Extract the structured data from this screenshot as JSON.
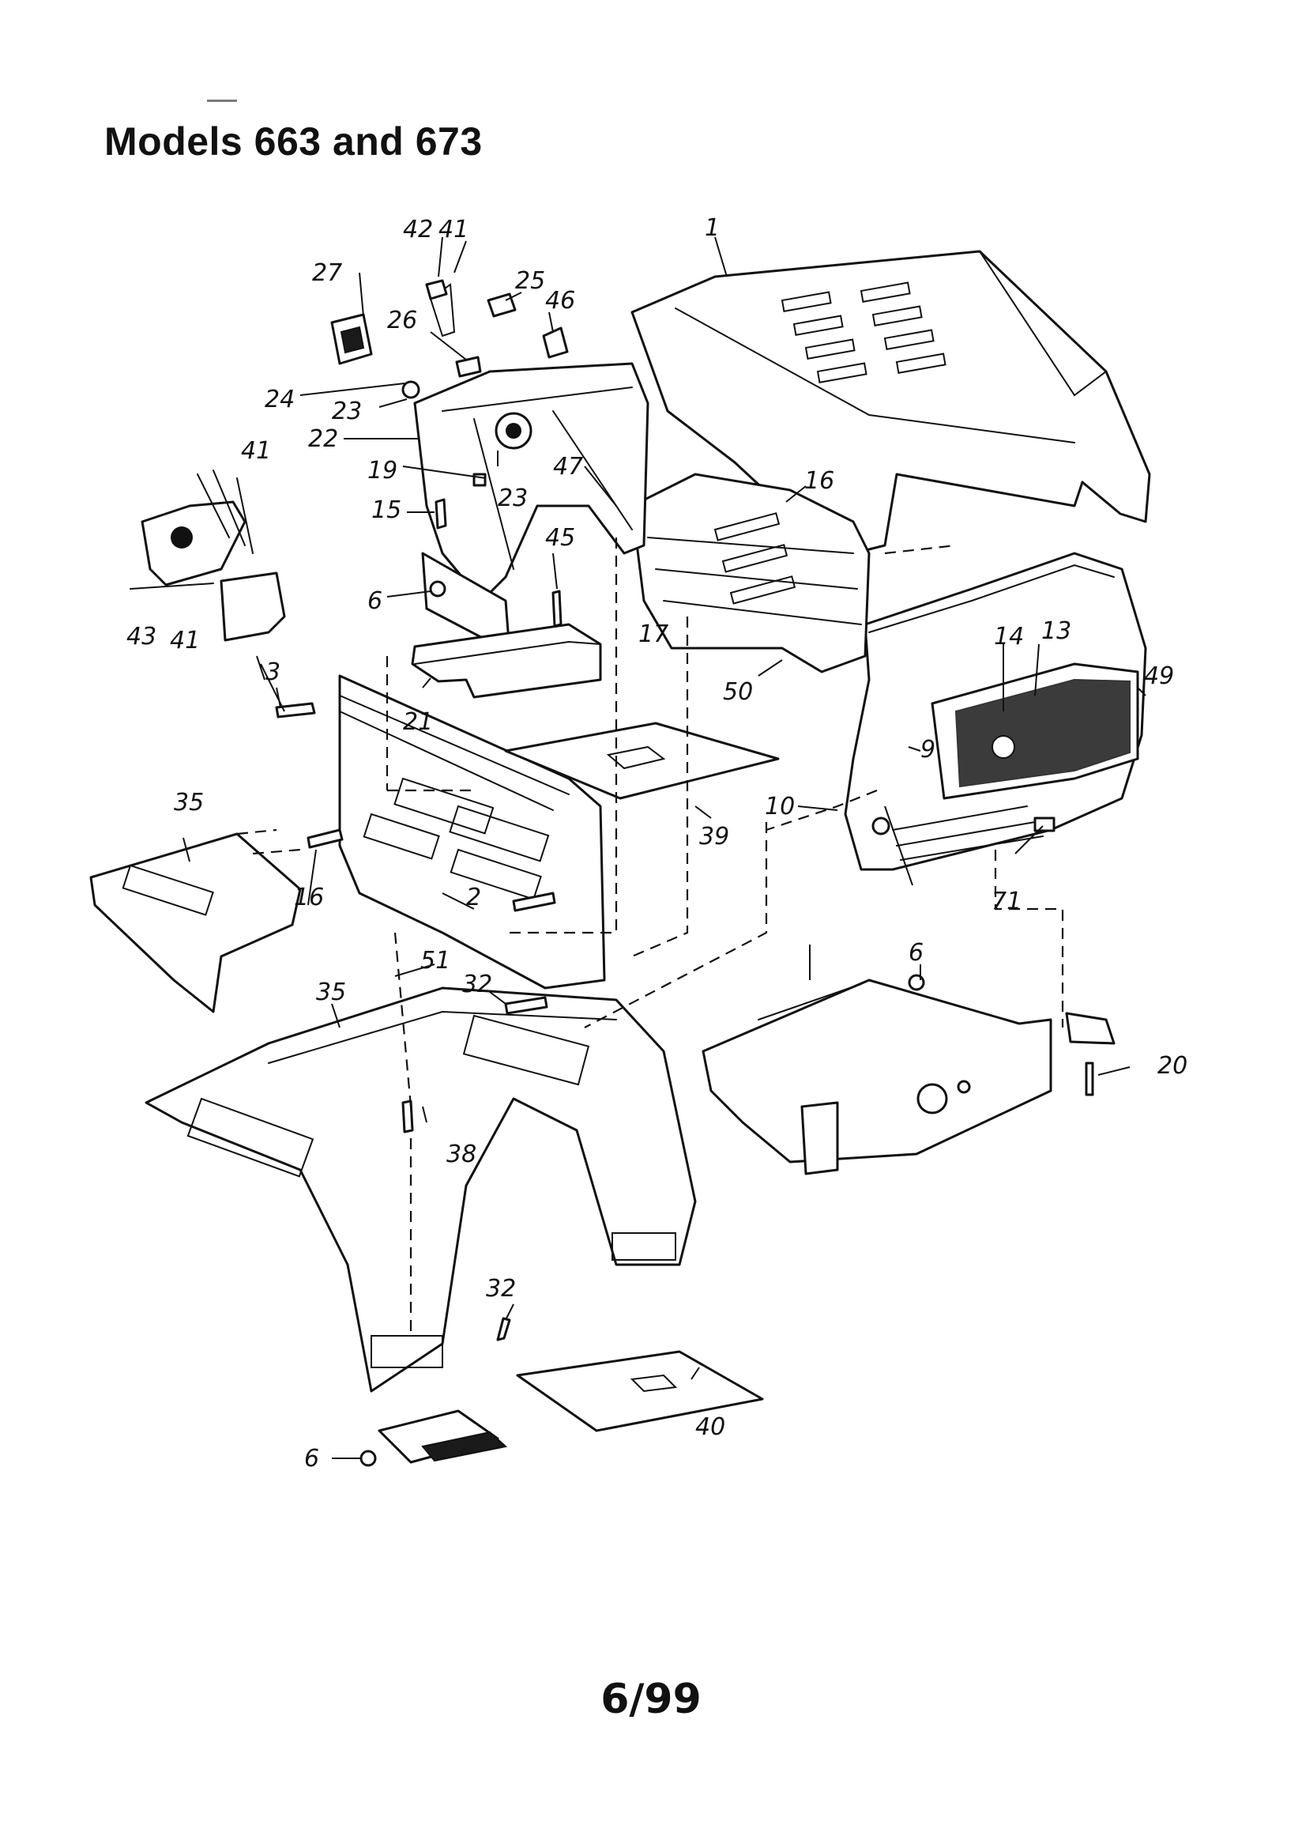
{
  "header": {
    "title": "Models 663 and 673"
  },
  "footer": {
    "page_number": "6/99"
  },
  "callouts": {
    "c1": "1",
    "c2": "2",
    "c3": "3",
    "c6a": "6",
    "c6b": "6",
    "c6c": "6",
    "c9": "9",
    "c10": "10",
    "c13": "13",
    "c14": "14",
    "c15": "15",
    "c16a": "16",
    "c16b": "16",
    "c17": "17",
    "c19": "19",
    "c20": "20",
    "c21": "21",
    "c22": "22",
    "c23a": "23",
    "c23b": "23",
    "c24": "24",
    "c25": "25",
    "c26": "26",
    "c27": "27",
    "c32a": "32",
    "c32b": "32",
    "c35a": "35",
    "c35b": "35",
    "c38": "38",
    "c39": "39",
    "c40": "40",
    "c41a": "41",
    "c41b": "41",
    "c41c": "41",
    "c42": "42",
    "c43": "43",
    "c45": "45",
    "c46": "46",
    "c47": "47",
    "c49": "49",
    "c50": "50",
    "c51": "51",
    "c71": "71"
  }
}
